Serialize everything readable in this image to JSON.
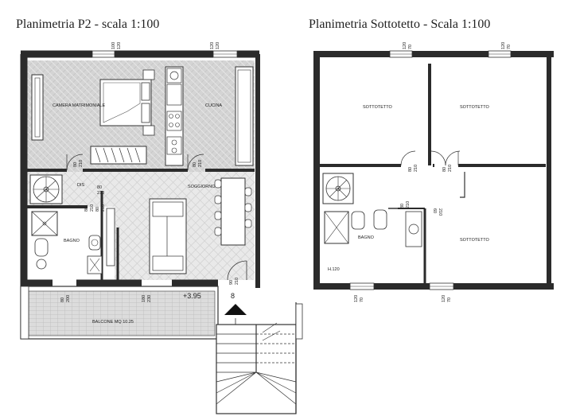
{
  "titles": {
    "left": "Planimetria P2 - scala 1:100",
    "right": "Planimetria Sottotetto - Scala 1:100"
  },
  "p2": {
    "rooms": {
      "camera": "CAMERA MATRIMONIALE",
      "cucina": "CUCINA",
      "disimpegno": "DIS",
      "soggiorno": "SOGGIORNO",
      "bagno": "BAGNO",
      "balcone": "BALCONE MQ 10.25"
    },
    "level": "+3.95",
    "stair_number": "8",
    "dims": {
      "w1a": "100",
      "w1b": "120",
      "w2a": "120",
      "w2b": "120",
      "d1a": "80",
      "d1b": "210",
      "d2a": "80",
      "d2b": "210",
      "d3a": "80",
      "d3b": "210",
      "d4a": "80",
      "d4b": "210",
      "d5a": "80",
      "d5b": "210",
      "b1a": "80",
      "b1b": "200",
      "b2a": "180",
      "b2b": "230",
      "b3a": "90",
      "b3b": "210"
    }
  },
  "sottotetto": {
    "rooms": {
      "r1": "SOTTOTETTO",
      "r2": "SOTTOTETTO",
      "r3": "SOTTOTETTO",
      "bagno": "BAGNO"
    },
    "height_note": "H.120",
    "dims": {
      "t1a": "120",
      "t1b": "70",
      "t2a": "120",
      "t2b": "70",
      "d1a": "80",
      "d1b": "210",
      "d2a": "80",
      "d2b": "210",
      "d3a": "80",
      "d3b": "210",
      "d4a": "60",
      "d4b": "210",
      "b1a": "120",
      "b1b": "70",
      "b2a": "120",
      "b2b": "70"
    }
  }
}
